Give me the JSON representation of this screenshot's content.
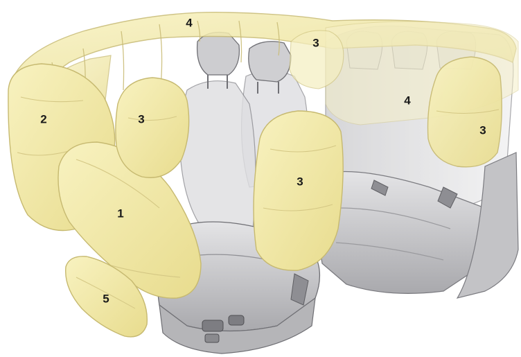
{
  "diagram": {
    "callouts": [
      {
        "id": "callout-1",
        "label": "1"
      },
      {
        "id": "callout-2",
        "label": "2"
      },
      {
        "id": "callout-3a",
        "label": "3"
      },
      {
        "id": "callout-3b",
        "label": "3"
      },
      {
        "id": "callout-3c",
        "label": "3"
      },
      {
        "id": "callout-3d",
        "label": "3"
      },
      {
        "id": "callout-4a",
        "label": "4"
      },
      {
        "id": "callout-4b",
        "label": "4"
      },
      {
        "id": "callout-5",
        "label": "5"
      }
    ]
  },
  "colors": {
    "airbag_fill": "#f3eba6",
    "airbag_stroke": "#c9bd72",
    "seat_fill": "#d4d4d6",
    "seat_dark": "#9a9a9e",
    "seat_stroke": "#7b7b80",
    "label_text": "#1a1a1a"
  },
  "icons": [
    "airbag-shape",
    "car-seat-shape"
  ]
}
